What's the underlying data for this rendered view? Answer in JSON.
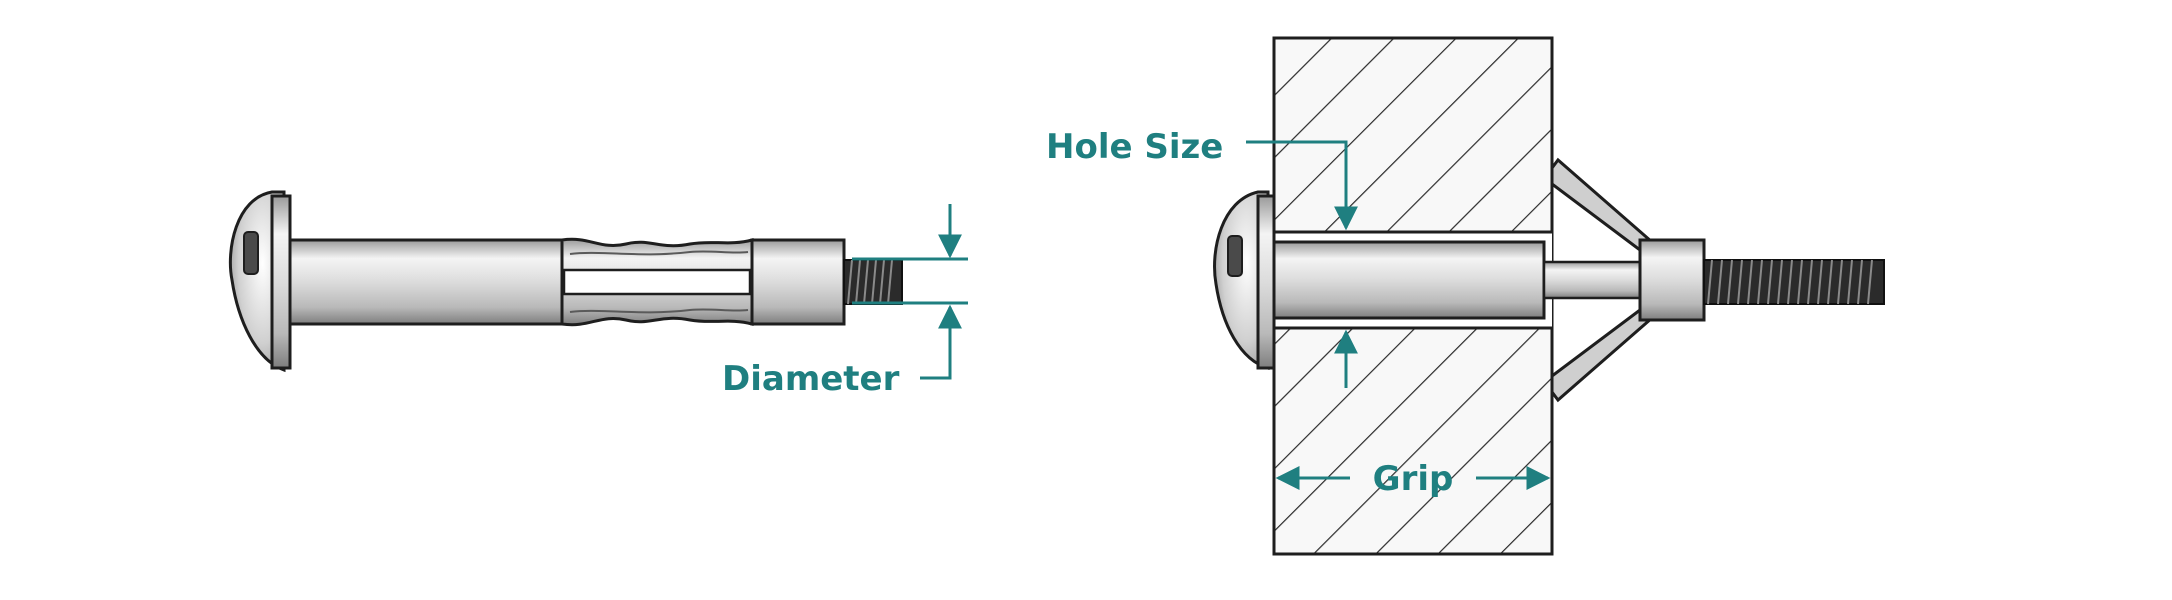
{
  "labels": {
    "diameter": "Diameter",
    "hole_size": "Hole Size",
    "grip": "Grip"
  },
  "colors": {
    "accent": "#1f7f80",
    "outline": "#1e1e1e",
    "metal_light": "#f1f1f1",
    "metal_mid": "#c9c9c9",
    "metal_dark": "#8e8e8e",
    "wall_fill": "#f8f8f8",
    "hatch": "#2a2a2a"
  }
}
